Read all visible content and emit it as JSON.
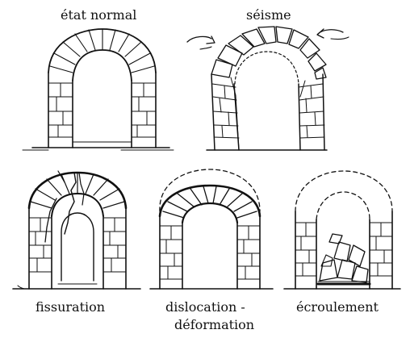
{
  "diagram": {
    "panels": [
      {
        "id": "etat-normal",
        "label": "état normal"
      },
      {
        "id": "seisme",
        "label": "séisme"
      },
      {
        "id": "fissuration",
        "label": "fissuration"
      },
      {
        "id": "dislocation",
        "label": "dislocation -",
        "label_line2": "déformation"
      },
      {
        "id": "ecroulement",
        "label": "écroulement"
      }
    ]
  }
}
